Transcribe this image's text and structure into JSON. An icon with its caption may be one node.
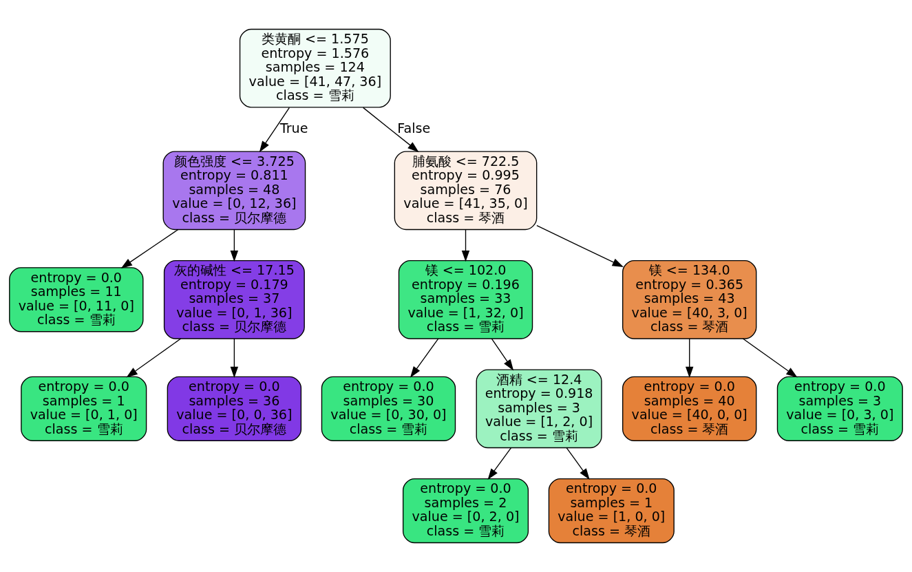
{
  "diagram": {
    "nodes": [
      {
        "text": [
          "类黄酮 <= 1.575",
          "entropy = 1.576",
          "samples = 124",
          "value = [41, 47, 36]",
          "class = 雪莉"
        ]
      },
      {
        "text": [
          "颜色强度 <= 3.725",
          "entropy = 0.811",
          "samples = 48",
          "value = [0, 12, 36]",
          "class = 贝尔摩德"
        ]
      },
      {
        "text": [
          "脯氨酸 <= 722.5",
          "entropy = 0.995",
          "samples = 76",
          "value = [41, 35, 0]",
          "class = 琴酒"
        ]
      },
      {
        "text": [
          "entropy = 0.0",
          "samples = 11",
          "value = [0, 11, 0]",
          "class = 雪莉"
        ]
      },
      {
        "text": [
          "灰的碱性 <= 17.15",
          "entropy = 0.179",
          "samples = 37",
          "value = [0, 1, 36]",
          "class = 贝尔摩德"
        ]
      },
      {
        "text": [
          "镁 <= 102.0",
          "entropy = 0.196",
          "samples = 33",
          "value = [1, 32, 0]",
          "class = 雪莉"
        ]
      },
      {
        "text": [
          "镁 <= 134.0",
          "entropy = 0.365",
          "samples = 43",
          "value = [40, 3, 0]",
          "class = 琴酒"
        ]
      },
      {
        "text": [
          "entropy = 0.0",
          "samples = 1",
          "value = [0, 1, 0]",
          "class = 雪莉"
        ]
      },
      {
        "text": [
          "entropy = 0.0",
          "samples = 36",
          "value = [0, 0, 36]",
          "class = 贝尔摩德"
        ]
      },
      {
        "text": [
          "entropy = 0.0",
          "samples = 30",
          "value = [0, 30, 0]",
          "class = 雪莉"
        ]
      },
      {
        "text": [
          "酒精 <= 12.4",
          "entropy = 0.918",
          "samples = 3",
          "value = [1, 2, 0]",
          "class = 雪莉"
        ]
      },
      {
        "text": [
          "entropy = 0.0",
          "samples = 40",
          "value = [40, 0, 0]",
          "class = 琴酒"
        ]
      },
      {
        "text": [
          "entropy = 0.0",
          "samples = 3",
          "value = [0, 3, 0]",
          "class = 雪莉"
        ]
      },
      {
        "text": [
          "entropy = 0.0",
          "samples = 2",
          "value = [0, 2, 0]",
          "class = 雪莉"
        ]
      },
      {
        "text": [
          "entropy = 0.0",
          "samples = 1",
          "value = [1, 0, 0]",
          "class = 琴酒"
        ]
      }
    ],
    "edges": [
      {
        "from": 0,
        "to": 1,
        "arrow": "to",
        "label": "True"
      },
      {
        "from": 0,
        "to": 2,
        "arrow": "to",
        "label": "False"
      },
      {
        "from": 1,
        "to": 3,
        "arrow": "to"
      },
      {
        "from": 1,
        "to": 4,
        "arrow": "to"
      },
      {
        "from": 2,
        "to": 5,
        "arrow": "to"
      },
      {
        "from": 2,
        "to": 6,
        "arrow": "to"
      },
      {
        "from": 4,
        "to": 7,
        "arrow": "to"
      },
      {
        "from": 4,
        "to": 8,
        "arrow": "to"
      },
      {
        "from": 5,
        "to": 9,
        "arrow": "to"
      },
      {
        "from": 5,
        "to": 10,
        "arrow": "to"
      },
      {
        "from": 6,
        "to": 11,
        "arrow": "to"
      },
      {
        "from": 6,
        "to": 12,
        "arrow": "to"
      },
      {
        "from": 10,
        "to": 13,
        "arrow": "to"
      },
      {
        "from": 10,
        "to": 14,
        "arrow": "to"
      }
    ]
  }
}
